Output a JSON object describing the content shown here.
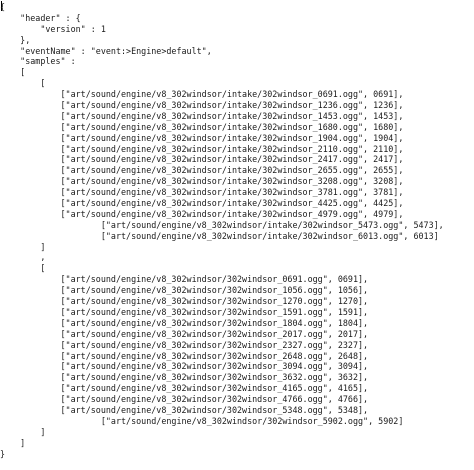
{
  "document": {
    "lines": [
      "{",
      "    \"header\" : {",
      "        \"version\" : 1",
      "    },",
      "    \"eventName\" : \"event:>Engine>default\",",
      "    \"samples\" :",
      "    [",
      "        [",
      "            [\"art/sound/engine/v8_302windsor/intake/302windsor_0691.ogg\", 0691],",
      "            [\"art/sound/engine/v8_302windsor/intake/302windsor_1236.ogg\", 1236],",
      "            [\"art/sound/engine/v8_302windsor/intake/302windsor_1453.ogg\", 1453],",
      "            [\"art/sound/engine/v8_302windsor/intake/302windsor_1680.ogg\", 1680],",
      "            [\"art/sound/engine/v8_302windsor/intake/302windsor_1904.ogg\", 1904],",
      "            [\"art/sound/engine/v8_302windsor/intake/302windsor_2110.ogg\", 2110],",
      "            [\"art/sound/engine/v8_302windsor/intake/302windsor_2417.ogg\", 2417],",
      "            [\"art/sound/engine/v8_302windsor/intake/302windsor_2655.ogg\", 2655],",
      "            [\"art/sound/engine/v8_302windsor/intake/302windsor_3208.ogg\", 3208],",
      "            [\"art/sound/engine/v8_302windsor/intake/302windsor_3781.ogg\", 3781],",
      "            [\"art/sound/engine/v8_302windsor/intake/302windsor_4425.ogg\", 4425],",
      "            [\"art/sound/engine/v8_302windsor/intake/302windsor_4979.ogg\", 4979],",
      "                    [\"art/sound/engine/v8_302windsor/intake/302windsor_5473.ogg\", 5473],",
      "                    [\"art/sound/engine/v8_302windsor/intake/302windsor_6013.ogg\", 6013]",
      "        ]",
      "        ,",
      "        [",
      "            [\"art/sound/engine/v8_302windsor/302windsor_0691.ogg\", 0691],",
      "            [\"art/sound/engine/v8_302windsor/302windsor_1056.ogg\", 1056],",
      "            [\"art/sound/engine/v8_302windsor/302windsor_1270.ogg\", 1270],",
      "            [\"art/sound/engine/v8_302windsor/302windsor_1591.ogg\", 1591],",
      "            [\"art/sound/engine/v8_302windsor/302windsor_1804.ogg\", 1804],",
      "            [\"art/sound/engine/v8_302windsor/302windsor_2017.ogg\", 2017],",
      "            [\"art/sound/engine/v8_302windsor/302windsor_2327.ogg\", 2327],",
      "            [\"art/sound/engine/v8_302windsor/302windsor_2648.ogg\", 2648],",
      "            [\"art/sound/engine/v8_302windsor/302windsor_3094.ogg\", 3094],",
      "            [\"art/sound/engine/v8_302windsor/302windsor_3632.ogg\", 3632],",
      "            [\"art/sound/engine/v8_302windsor/302windsor_4165.ogg\", 4165],",
      "            [\"art/sound/engine/v8_302windsor/302windsor_4766.ogg\", 4766],",
      "            [\"art/sound/engine/v8_302windsor/302windsor_5348.ogg\", 5348],",
      "                    [\"art/sound/engine/v8_302windsor/302windsor_5902.ogg\", 5902]",
      "        ]",
      "    ]",
      "}"
    ]
  }
}
